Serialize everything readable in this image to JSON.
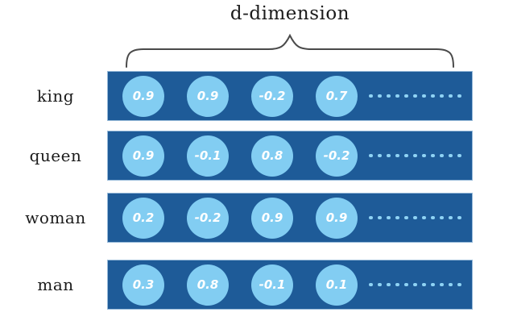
{
  "title": "d-dimension",
  "rows": [
    {
      "label": "king",
      "values": [
        "0.9",
        "0.9",
        "-0.2",
        "0.7"
      ]
    },
    {
      "label": "queen",
      "values": [
        "0.9",
        "-0.1",
        "0.8",
        "-0.2"
      ]
    },
    {
      "label": "woman",
      "values": [
        "0.2",
        "-0.2",
        "0.9",
        "0.9"
      ]
    },
    {
      "label": "man",
      "values": [
        "0.3",
        "0.8",
        "-0.1",
        "0.1"
      ]
    }
  ],
  "ellipsis_dot_count": 11,
  "colors": {
    "background": "#FFFFFF",
    "bar": "#1E5B98",
    "circle": "#82CDF2",
    "dot": "#8FD3F4",
    "label_text": "#1C1C1C",
    "value_text": "#FFFFFF",
    "brace": "#4A4A4A"
  }
}
